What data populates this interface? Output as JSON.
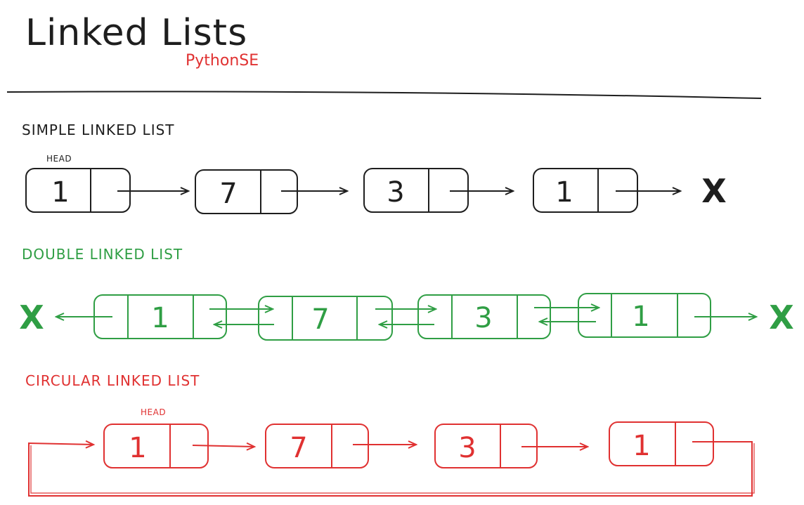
{
  "title": "Linked Lists",
  "subtitle": "PythonSE",
  "colors": {
    "ink": "#1e1e1e",
    "green": "#2f9e44",
    "red": "#e03131"
  },
  "sections": {
    "simple": {
      "label": "SIMPLE LINKED LIST",
      "head_label": "HEAD",
      "nodes": [
        "1",
        "7",
        "3",
        "1"
      ],
      "end_marker": "X"
    },
    "double": {
      "label": "DOUBLE LINKED LIST",
      "nodes": [
        "1",
        "7",
        "3",
        "1"
      ],
      "start_marker": "X",
      "end_marker": "X"
    },
    "circular": {
      "label": "CIRCULAR LINKED LIST",
      "head_label": "HEAD",
      "nodes": [
        "1",
        "7",
        "3",
        "1"
      ]
    }
  }
}
